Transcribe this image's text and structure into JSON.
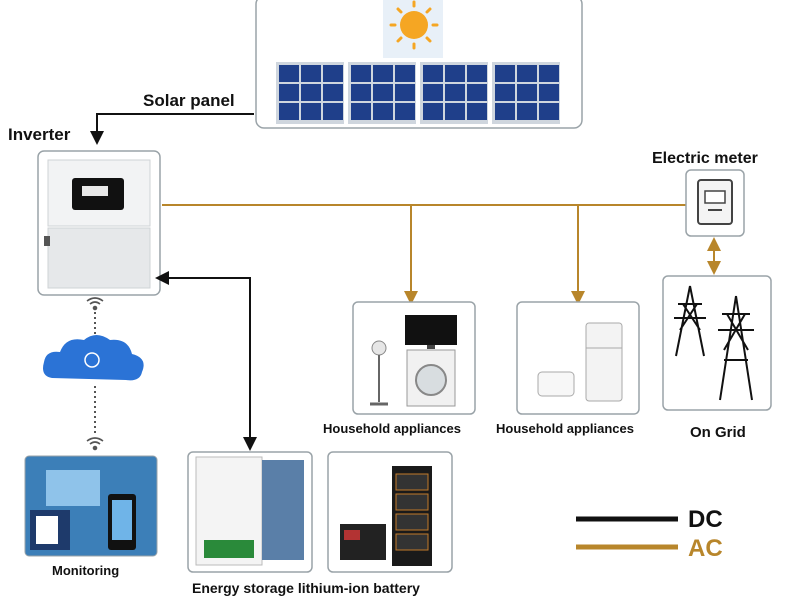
{
  "labels": {
    "solar_panel": "Solar panel",
    "inverter": "Inverter",
    "electric_meter": "Electric meter",
    "household_1": "Household appliances",
    "household_2": "Household appliances",
    "on_grid": "On Grid",
    "monitoring": "Monitoring",
    "battery": "Energy storage lithium-ion battery"
  },
  "legend": [
    {
      "key": "dc",
      "label": "DC",
      "color": "#111111"
    },
    {
      "key": "ac",
      "label": "AC",
      "color": "#b8862b"
    }
  ],
  "colors": {
    "dc_line": "#111111",
    "ac_line": "#b8862b",
    "panel_cell": "#1f3f8a",
    "cloud": "#2b73d6",
    "sun": "#f5a623"
  },
  "icons": [
    "sun-icon",
    "solar-panel-icon",
    "inverter-icon",
    "electric-meter-icon",
    "transmission-tower-icon",
    "cloud-network-icon",
    "wifi-icon",
    "battery-icon",
    "tv-icon",
    "washer-icon",
    "fridge-icon",
    "lamp-icon"
  ]
}
